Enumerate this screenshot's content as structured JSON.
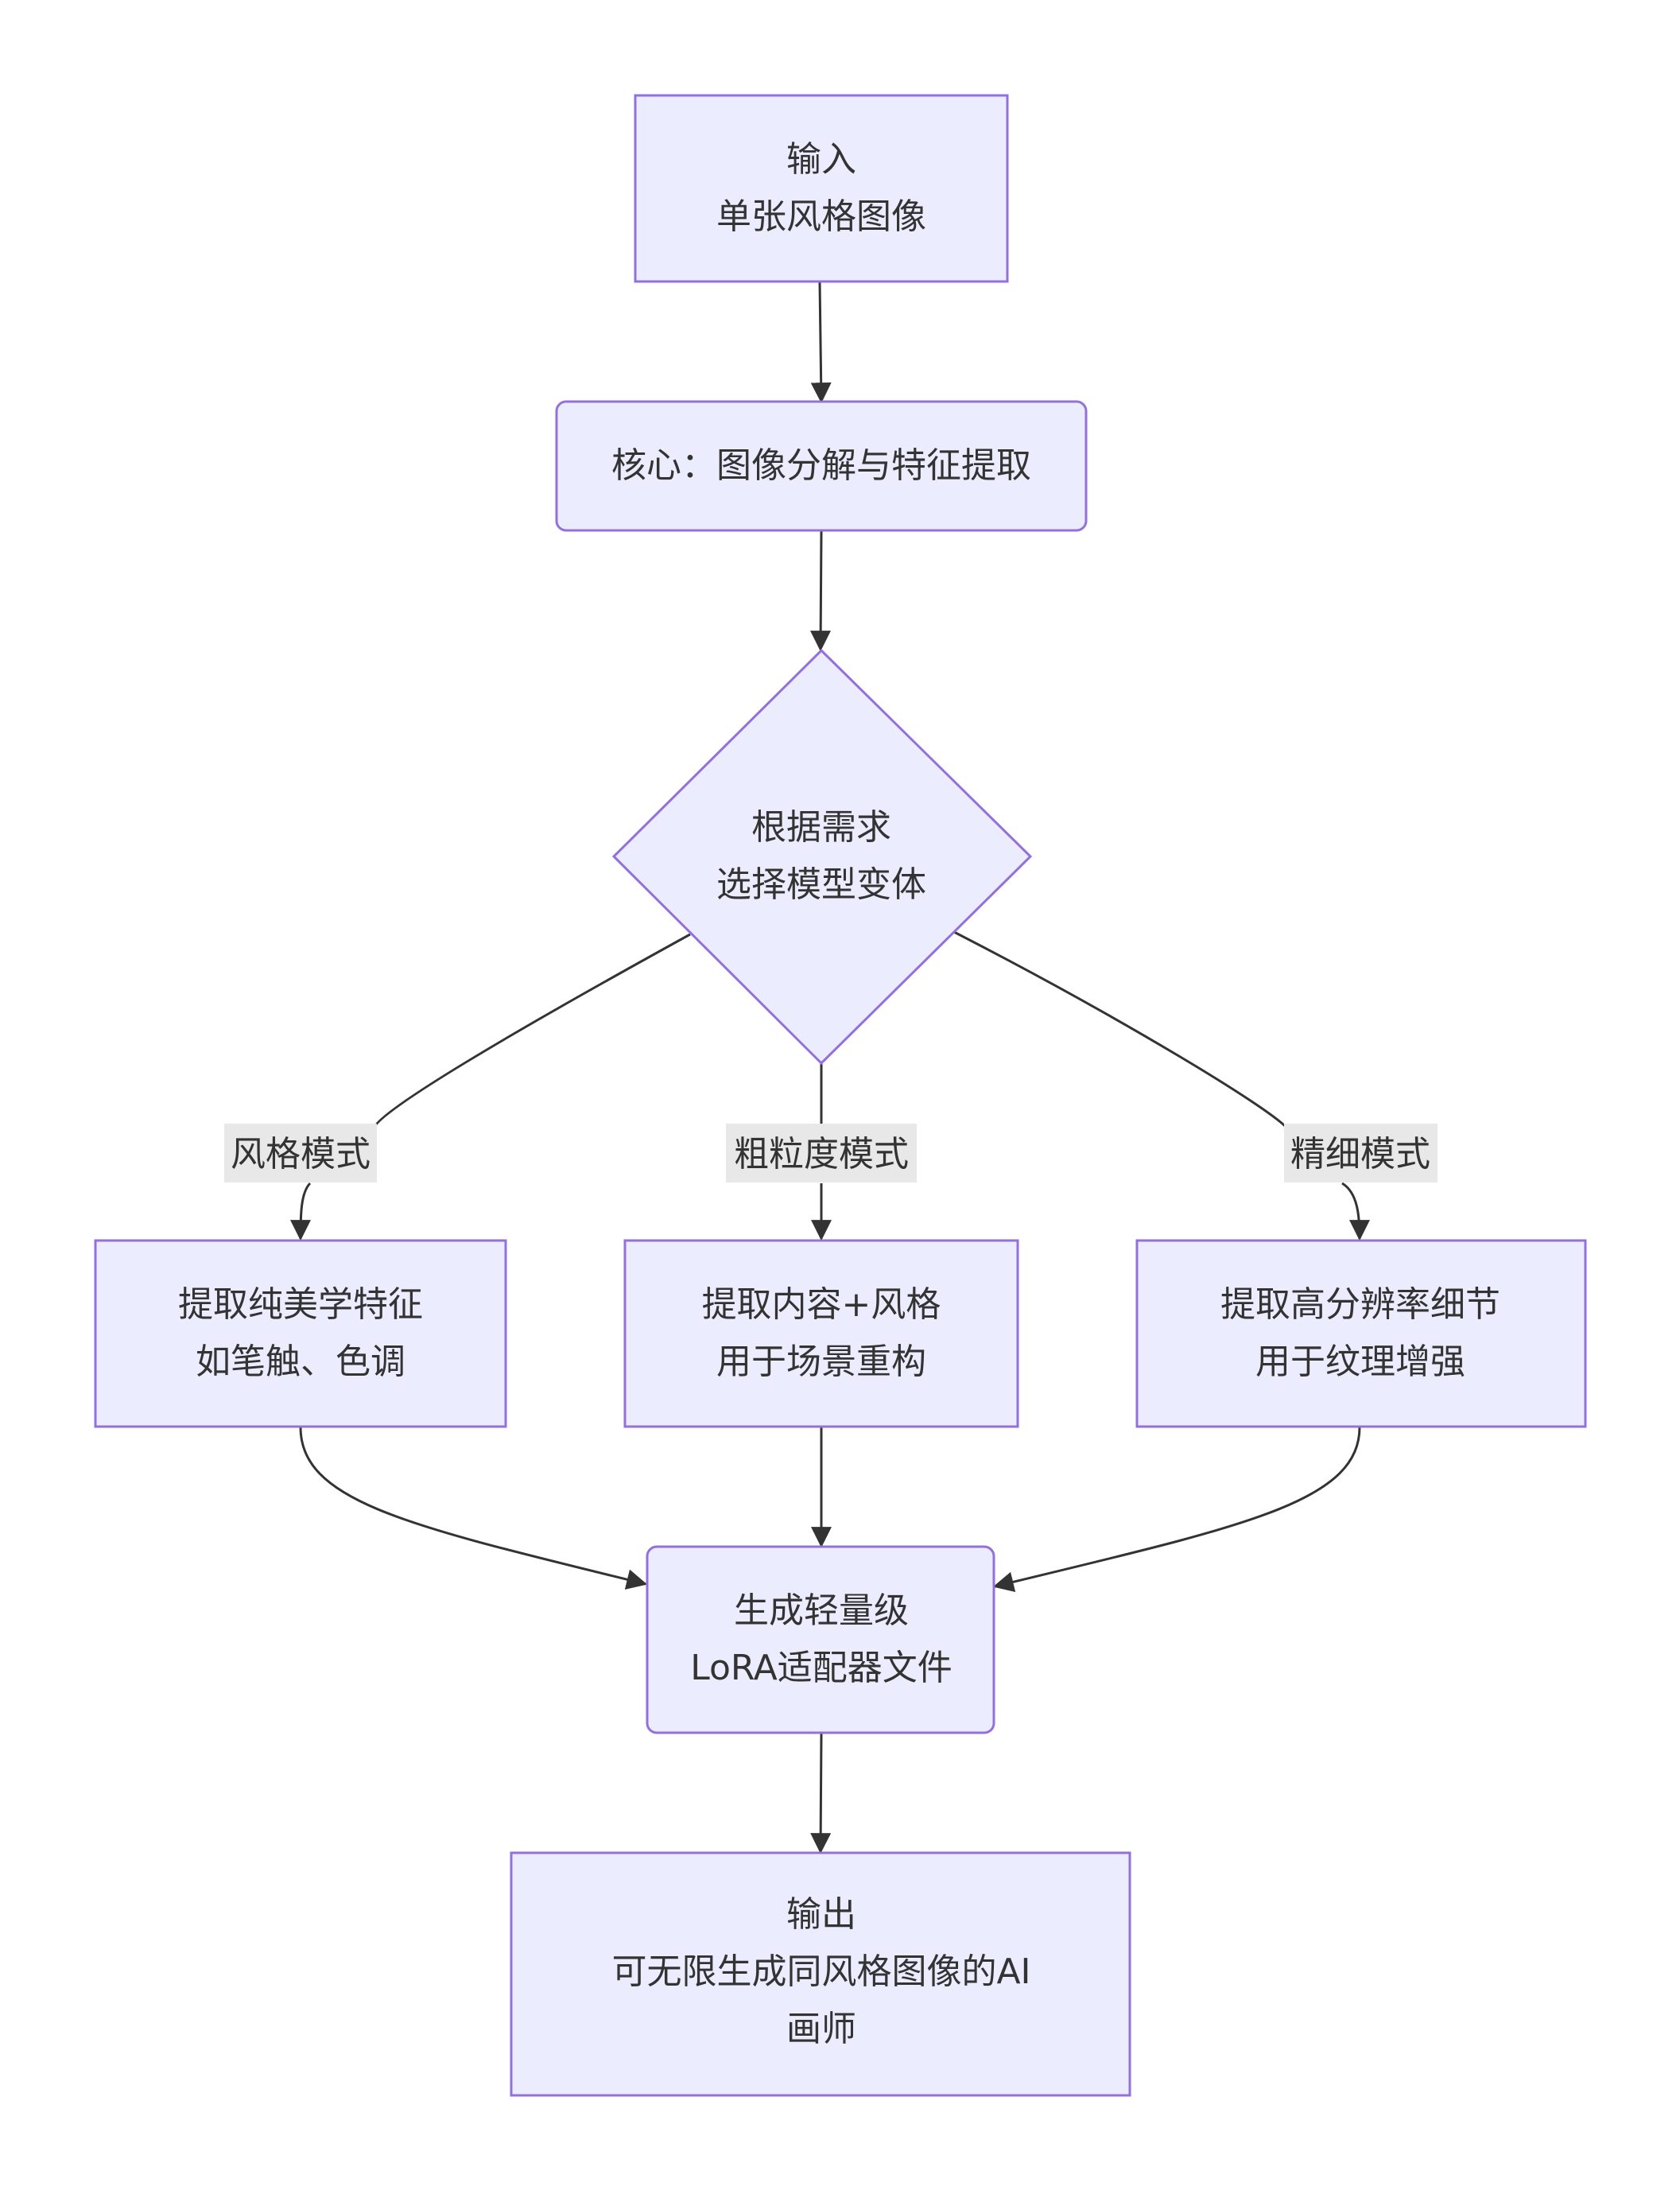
{
  "nodes": {
    "input": {
      "line1": "输入",
      "line2": "单张风格图像"
    },
    "core": {
      "line1": "核心：图像分解与特征提取"
    },
    "decision": {
      "line1": "根据需求",
      "line2": "选择模型变体"
    },
    "style": {
      "line1": "提取纯美学特征",
      "line2": "如笔触、色调"
    },
    "coarse": {
      "line1": "提取内容+风格",
      "line2": "用于场景重构"
    },
    "fine": {
      "line1": "提取高分辨率细节",
      "line2": "用于纹理增强"
    },
    "lora": {
      "line1": "生成轻量级",
      "line2": "LoRA适配器文件"
    },
    "output": {
      "line1": "输出",
      "line2": "可无限生成同风格图像的AI",
      "line3": "画师"
    }
  },
  "edge_labels": {
    "style": "风格模式",
    "coarse": "粗粒度模式",
    "fine": "精细模式"
  },
  "colors": {
    "node_fill": "#ececff",
    "node_stroke": "#9370db",
    "edge": "#333333",
    "label_bg": "#e8e8e8"
  }
}
